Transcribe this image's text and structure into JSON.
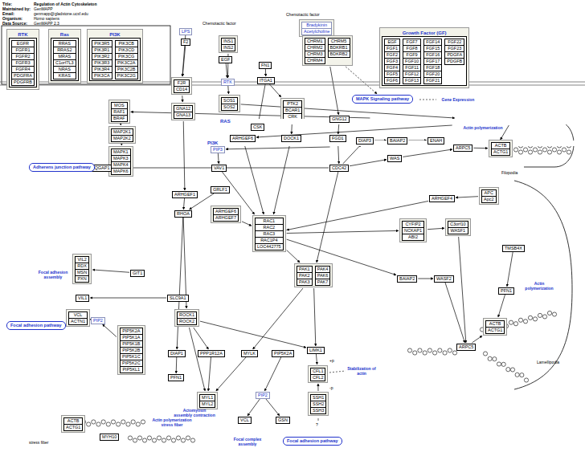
{
  "diagram": {
    "title": "Regulation of Actin Cytoskeleton",
    "nodes": [
      {
        "text": [
          "RTK",
          "EGFR",
          "FGFR1",
          "FGFR2",
          "FGFR3",
          "FGFR4",
          "PDGFRA",
          "PDGFRB"
        ]
      },
      {
        "text": [
          "Ras",
          "RRAS",
          "RRAS2",
          "MRAS",
          "C1orf7L3",
          "NRAS",
          "KRAS"
        ]
      },
      {
        "text": [
          "PI3K",
          "PIK3R5",
          "PIK3R1",
          "PIK3R2",
          "PIK3R3",
          "PIK3R4",
          "PIK3CA",
          "PIK3CB",
          "PIK3CD",
          "PIK3CG",
          "PIK3C2A",
          "PIK3C2B",
          "PIK3C2G"
        ]
      },
      {
        "text": [
          "LPS"
        ]
      },
      {
        "text": [
          "F2"
        ]
      },
      {
        "text": [
          "INS1",
          "INS2"
        ]
      },
      {
        "text": [
          "EGF"
        ]
      },
      {
        "text": [
          "RTK"
        ]
      },
      {
        "text": [
          "F2R",
          "CD14"
        ]
      },
      {
        "text": [
          "Bradykinin",
          "Acetylcholine"
        ]
      },
      {
        "text": [
          "FN1"
        ]
      },
      {
        "text": [
          "ITGA1"
        ]
      },
      {
        "text": [
          "CHRM1",
          "CHRM2",
          "CHRM3",
          "CHRM4",
          "CHRM5",
          "BDKRB1",
          "BDKRB2"
        ]
      },
      {
        "text": [
          "Growth Factor (GF)",
          "EGF",
          "FGF1",
          "FGF2",
          "FGF3",
          "FGF4",
          "FGF5",
          "FGF6",
          "FGF7",
          "FGF8",
          "FGF9",
          "FGF10",
          "FGF11",
          "FGF12",
          "FGF13",
          "FGF14",
          "FGF15",
          "FGF16",
          "FGF17",
          "FGF18",
          "FGF20",
          "FGF21",
          "FGF22",
          "FGF23",
          "PDGFA",
          "PDGFB"
        ]
      },
      {
        "text": [
          "GNA12",
          "GNA13"
        ]
      },
      {
        "text": [
          "SOS1",
          "SOS2"
        ]
      },
      {
        "text": [
          "MOS",
          "RAF1",
          "BRAF"
        ]
      },
      {
        "text": [
          "PTK2",
          "BCAR1",
          "CRK"
        ]
      },
      {
        "text": [
          "RAS"
        ]
      },
      {
        "text": [
          "PI3K"
        ]
      },
      {
        "text": [
          "PIP3"
        ]
      },
      {
        "text": [
          "MAP2K1",
          "MAP2K2"
        ]
      },
      {
        "text": [
          "MAPK1",
          "MAPK3",
          "MAPK4",
          "MAPK6"
        ]
      },
      {
        "text": [
          "CSK"
        ]
      },
      {
        "text": [
          "ARHGEF6"
        ]
      },
      {
        "text": [
          "DOCK1"
        ]
      },
      {
        "text": [
          "GNG12"
        ]
      },
      {
        "text": [
          "FGD1"
        ]
      },
      {
        "text": [
          "MAPK Signaling pathway"
        ]
      },
      {
        "text": [
          "VAV1"
        ]
      },
      {
        "text": [
          "IQGAP1"
        ]
      },
      {
        "text": [
          "Adherens junction pathway"
        ]
      },
      {
        "text": [
          "CDC42"
        ]
      },
      {
        "text": [
          "DIAP3"
        ]
      },
      {
        "text": [
          "BAIAP2"
        ]
      },
      {
        "text": [
          "ENAH"
        ]
      },
      {
        "text": [
          "WAS"
        ]
      },
      {
        "text": [
          "ARPC5"
        ]
      },
      {
        "text": [
          "ACTB",
          "ACTG1"
        ]
      },
      {
        "text": [
          "APC",
          "Apc2"
        ]
      },
      {
        "text": [
          "ARHGEF4"
        ]
      },
      {
        "text": [
          "ARHGEF1"
        ]
      },
      {
        "text": [
          "GRLF1"
        ]
      },
      {
        "text": [
          "RHOA"
        ]
      },
      {
        "text": [
          "ARHGEF6",
          "ARHGEF7"
        ]
      },
      {
        "text": [
          "RAC1",
          "RAC2",
          "RAC3",
          "RAC1P4",
          "LOC442775"
        ]
      },
      {
        "text": [
          "CYFIP2",
          "NCKAP1",
          "ABI2"
        ]
      },
      {
        "text": [
          "C3orf10",
          "WASF1"
        ]
      },
      {
        "text": [
          "TMSB4X"
        ]
      },
      {
        "text": [
          "VIL2",
          "RDX",
          "MSN",
          "PXN"
        ]
      },
      {
        "text": [
          "GIT1"
        ]
      },
      {
        "text": [
          "VIL1"
        ]
      },
      {
        "text": [
          "SLC9A1"
        ]
      },
      {
        "text": [
          "ROCK1",
          "ROCK2"
        ]
      },
      {
        "text": [
          "VCL",
          "ACTN1"
        ]
      },
      {
        "text": [
          "PIP2"
        ]
      },
      {
        "text": [
          "Focal adhesion pathway"
        ]
      },
      {
        "text": [
          "PIP5K2A",
          "PIP5K1A",
          "PIP5K1B",
          "PIP5K2B",
          "PIP5K1C",
          "PIP5K2C",
          "PIP5KL1"
        ]
      },
      {
        "text": [
          "PAK1",
          "PAK2",
          "PAK3",
          "PAK4",
          "PAK6",
          "PAK7"
        ]
      },
      {
        "text": [
          "BAIAP2"
        ]
      },
      {
        "text": [
          "WASF2"
        ]
      },
      {
        "text": [
          "PFN1"
        ]
      },
      {
        "text": [
          "ARPC5"
        ]
      },
      {
        "text": [
          "ACTB",
          "ACTG1"
        ]
      },
      {
        "text": [
          "DIAP1"
        ]
      },
      {
        "text": [
          "PFN1"
        ]
      },
      {
        "text": [
          "PPP1R12A"
        ]
      },
      {
        "text": [
          "MYLK"
        ]
      },
      {
        "text": [
          "PIP5K2A"
        ]
      },
      {
        "text": [
          "LIMK1"
        ]
      },
      {
        "text": [
          "MYL1",
          "MYL2"
        ]
      },
      {
        "text": [
          "CFL1",
          "CFL2"
        ]
      },
      {
        "text": [
          "SSH1",
          "SSH2",
          "SSH3"
        ]
      },
      {
        "text": [
          "PIP2"
        ]
      },
      {
        "text": [
          "VCL"
        ]
      },
      {
        "text": [
          "GSN"
        ]
      },
      {
        "text": [
          "Focal adhesion pathway"
        ]
      },
      {
        "text": [
          "ACTB",
          "ACTG1"
        ]
      },
      {
        "text": [
          "MYH10"
        ]
      }
    ],
    "edges": [
      {
        "from": 4,
        "to": 8,
        "arrow": "to"
      },
      {
        "from": 3,
        "to": 8,
        "arrow": "to"
      },
      {
        "from": 5,
        "to": 7,
        "arrow": "to"
      },
      {
        "from": 6,
        "to": 7,
        "arrow": "to"
      },
      {
        "from": 7,
        "to": 15,
        "arrow": "to"
      },
      {
        "from": 15,
        "to": 18,
        "arrow": "to"
      },
      {
        "from": 18,
        "to": 16,
        "arrow": "to"
      },
      {
        "from": 18,
        "to": 19,
        "arrow": "to"
      },
      {
        "from": 18,
        "to": 24,
        "arrow": "to"
      },
      {
        "from": 19,
        "to": 20,
        "arrow": "to"
      },
      {
        "from": 20,
        "to": 29,
        "arrow": "to"
      },
      {
        "from": 29,
        "to": 45,
        "arrow": "to"
      },
      {
        "from": 16,
        "to": 21,
        "arrow": "to"
      },
      {
        "from": 21,
        "to": 22,
        "arrow": "to"
      },
      {
        "from": 8,
        "to": 14,
        "arrow": "to"
      },
      {
        "from": 14,
        "to": 41,
        "arrow": "to"
      },
      {
        "from": 41,
        "to": 43,
        "arrow": "to"
      },
      {
        "from": 42,
        "to": 43,
        "arrow": "to"
      },
      {
        "from": 10,
        "to": 11,
        "arrow": "to"
      },
      {
        "from": 11,
        "to": 17,
        "arrow": "to"
      },
      {
        "from": 11,
        "to": 23,
        "arrow": "to"
      },
      {
        "from": 17,
        "to": 25,
        "arrow": "to"
      },
      {
        "from": 25,
        "to": 45,
        "arrow": "to"
      },
      {
        "from": 24,
        "to": 45,
        "arrow": "to"
      },
      {
        "from": 9,
        "to": 12,
        "arrow": "to"
      },
      {
        "from": 12,
        "to": 26,
        "arrow": "to"
      },
      {
        "from": 26,
        "to": 27,
        "arrow": "to"
      },
      {
        "from": 27,
        "to": 32,
        "arrow": "to"
      },
      {
        "from": 12,
        "to": 28,
        "arrow": "to"
      },
      {
        "from": 32,
        "to": 33,
        "arrow": "to"
      },
      {
        "from": 33,
        "to": 34,
        "arrow": "to"
      },
      {
        "from": 34,
        "to": 35,
        "arrow": "to"
      },
      {
        "from": 35,
        "to": 37,
        "arrow": "to"
      },
      {
        "from": 32,
        "to": 36,
        "arrow": "to"
      },
      {
        "from": 36,
        "to": 37,
        "arrow": "to"
      },
      {
        "from": 37,
        "to": 38,
        "arrow": "to"
      },
      {
        "from": 32,
        "to": 30,
        "arrow": "to"
      },
      {
        "from": 30,
        "to": 31,
        "arrow": "to"
      },
      {
        "from": 32,
        "to": 58,
        "arrow": "to"
      },
      {
        "from": 45,
        "to": 58,
        "arrow": "to"
      },
      {
        "from": 45,
        "to": 46,
        "arrow": "to"
      },
      {
        "from": 46,
        "to": 47,
        "arrow": "to"
      },
      {
        "from": 47,
        "to": 62,
        "arrow": "to"
      },
      {
        "from": 45,
        "to": 59,
        "arrow": "to"
      },
      {
        "from": 59,
        "to": 60,
        "arrow": "to"
      },
      {
        "from": 60,
        "to": 62,
        "arrow": "to"
      },
      {
        "from": 39,
        "to": 40,
        "arrow": "to"
      },
      {
        "from": 40,
        "to": 45,
        "arrow": "to"
      },
      {
        "from": 43,
        "to": 53,
        "arrow": "to"
      },
      {
        "from": 43,
        "to": 64,
        "arrow": "to"
      },
      {
        "from": 64,
        "to": 65,
        "arrow": "to"
      },
      {
        "from": 53,
        "to": 66,
        "arrow": "to"
      },
      {
        "from": 53,
        "to": 69,
        "arrow": "to"
      },
      {
        "from": 53,
        "to": 70,
        "arrow": "to"
      },
      {
        "from": 58,
        "to": 69,
        "arrow": "to"
      },
      {
        "from": 58,
        "to": 67,
        "arrow": "to"
      },
      {
        "from": 67,
        "to": 70,
        "arrow": "to"
      },
      {
        "from": 66,
        "to": 70,
        "arrow": "to"
      },
      {
        "from": 69,
        "to": 71,
        "arrow": "to"
      },
      {
        "from": 72,
        "to": 71,
        "arrow": "to"
      },
      {
        "from": 68,
        "to": 73,
        "arrow": "to"
      },
      {
        "from": 73,
        "to": 74,
        "arrow": "to"
      },
      {
        "from": 73,
        "to": 75,
        "arrow": "to"
      },
      {
        "from": 62,
        "to": 63,
        "arrow": "to"
      },
      {
        "from": 61,
        "to": 63,
        "arrow": "to"
      },
      {
        "from": 48,
        "to": 61,
        "arrow": "to"
      },
      {
        "from": 50,
        "to": 49,
        "arrow": "to"
      },
      {
        "from": 52,
        "to": 51,
        "arrow": "to"
      },
      {
        "from": 44,
        "to": 45,
        "arrow": "to"
      },
      {
        "from": 55,
        "to": 54,
        "arrow": "to"
      },
      {
        "from": 57,
        "to": 55,
        "arrow": "to"
      }
    ],
    "labels": [
      "Title:",
      "Maintained by:",
      "Email:",
      "Organism:",
      "Data Source:",
      "GenMAPP",
      "genmapp@gladstone.ucsf.edu",
      "Homo sapiens",
      "GenMAPP 2.3",
      "Chemotactic factor",
      "Chemotactic factor",
      "Gene Expression",
      "Actin polymerization",
      "Filopodia",
      "Focal adhesion assembly",
      "Actin polymerization",
      "Lamellipodia",
      "Stabilization of actin",
      "+p",
      "-p",
      "?",
      "Actin polymerization stress fiber",
      "Actomyosin assembly contraction",
      "Focal complex assembly",
      "stress fiber"
    ]
  }
}
